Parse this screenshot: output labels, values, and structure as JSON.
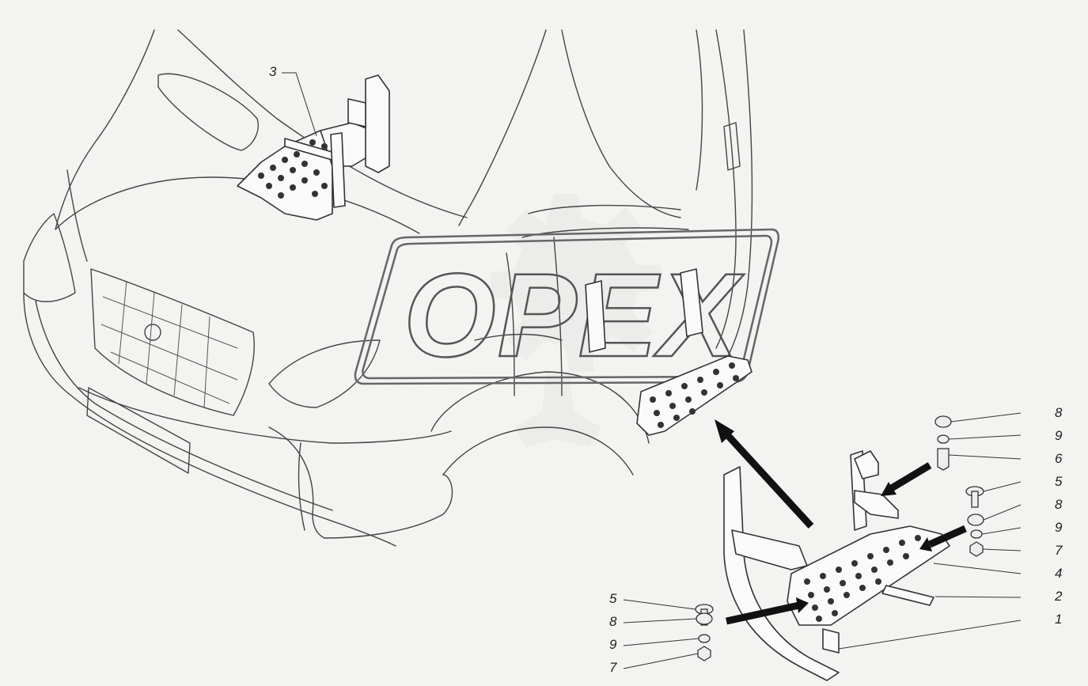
{
  "watermark": {
    "text": "OPEX"
  },
  "callouts": [
    {
      "id": "c3",
      "label": "3"
    },
    {
      "id": "c8a",
      "label": "8"
    },
    {
      "id": "c9a",
      "label": "9"
    },
    {
      "id": "c6",
      "label": "6"
    },
    {
      "id": "c5a",
      "label": "5"
    },
    {
      "id": "c8b",
      "label": "8"
    },
    {
      "id": "c9b",
      "label": "9"
    },
    {
      "id": "c7a",
      "label": "7"
    },
    {
      "id": "c4",
      "label": "4"
    },
    {
      "id": "c2",
      "label": "2"
    },
    {
      "id": "c1",
      "label": "1"
    },
    {
      "id": "c5b",
      "label": "5"
    },
    {
      "id": "c8c",
      "label": "8"
    },
    {
      "id": "c9c",
      "label": "9"
    },
    {
      "id": "c7b",
      "label": "7"
    }
  ]
}
